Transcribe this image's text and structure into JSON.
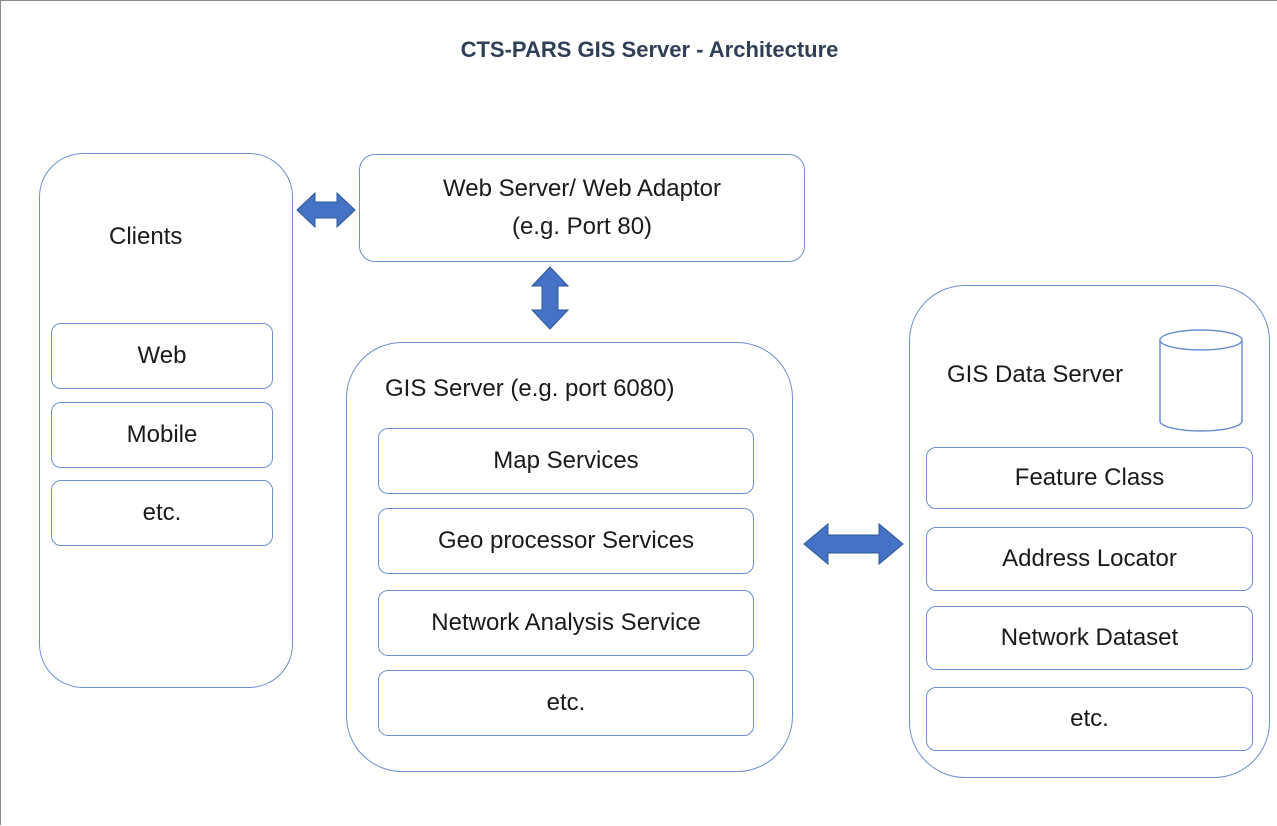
{
  "title": "CTS-PARS GIS Server - Architecture",
  "colors": {
    "border": "#6f8fd4",
    "arrow": "#4472c4",
    "arrow_stroke": "#2f5597",
    "title": "#2f3f56"
  },
  "clients": {
    "label": "Clients",
    "items": [
      "Web",
      "Mobile",
      "etc."
    ]
  },
  "web_server": {
    "line1": "Web Server/ Web Adaptor",
    "line2": "(e.g. Port 80)"
  },
  "gis_server": {
    "label": "GIS Server (e.g. port 6080)",
    "items": [
      "Map Services",
      "Geo processor Services",
      "Network Analysis Service",
      "etc."
    ]
  },
  "gis_data_server": {
    "label": "GIS Data Server",
    "database_icon": "database-cylinder-icon",
    "items": [
      "Feature Class",
      "Address Locator",
      "Network Dataset",
      "etc."
    ]
  },
  "arrows": [
    {
      "name": "clients-webserver-arrow",
      "icon": "double-horizontal-arrow-icon"
    },
    {
      "name": "webserver-gisserver-arrow",
      "icon": "double-vertical-arrow-icon"
    },
    {
      "name": "gisserver-dataserver-arrow",
      "icon": "double-horizontal-arrow-icon"
    }
  ]
}
